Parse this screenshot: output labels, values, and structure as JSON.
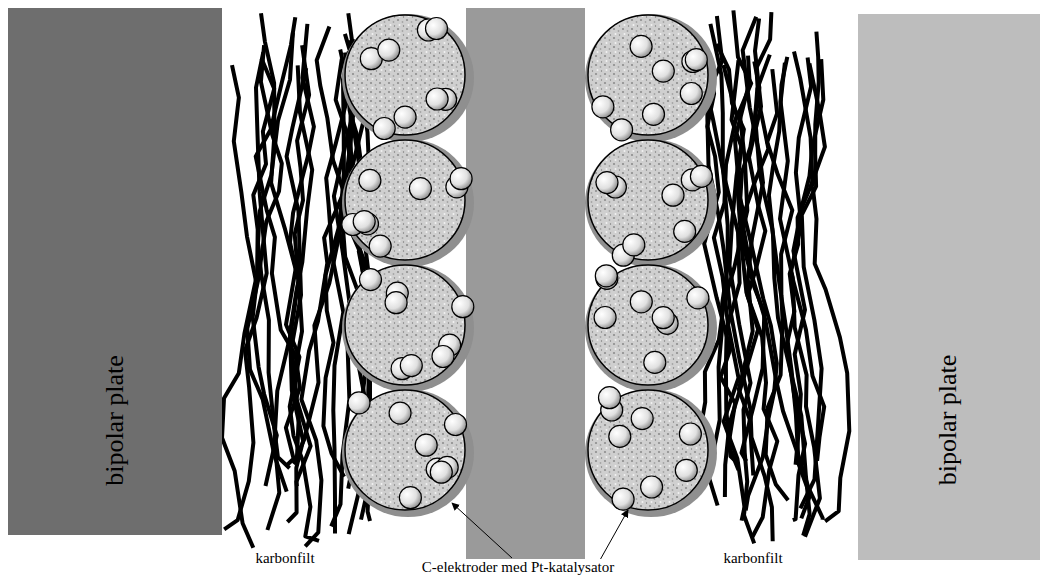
{
  "diagram": {
    "nodes": [
      {
        "text": [
          "bipolar plate"
        ]
      },
      {
        "text": [
          "bipolar plate"
        ]
      }
    ],
    "labels": [
      "karbonfilt",
      "C-elektroder med Pt-katalysator",
      "karbonfilt"
    ]
  }
}
